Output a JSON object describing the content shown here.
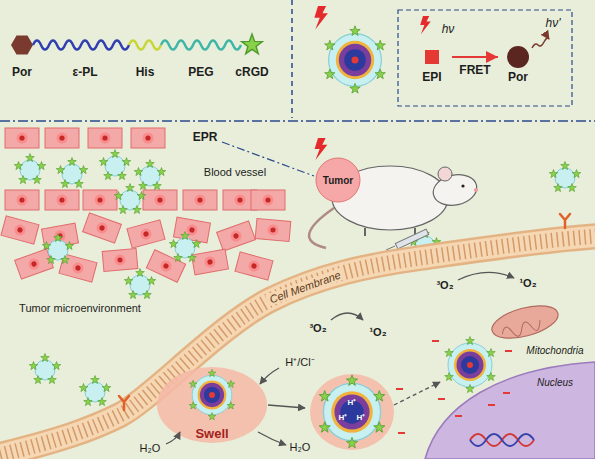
{
  "diagram": {
    "nodes": [
      {
        "text": [
          "EPI"
        ]
      },
      {
        "text": [
          "Por"
        ]
      }
    ],
    "edges": [
      {
        "from": 0,
        "to": 1,
        "arrow": "to",
        "label": "FRET"
      }
    ],
    "labels": [
      "Por",
      "ε-PL",
      "His",
      "PEG",
      "cRGD",
      "hν",
      "hν'",
      "EPR",
      "Blood vessel",
      "Tumor",
      "Tumor microenvironment",
      "Cell Membrane",
      "Mitochondria",
      "Nucleus",
      "³O₂",
      "¹O₂",
      "³O₂",
      "¹O₂",
      "H⁺/Cl⁻",
      "H₂O",
      "H₂O",
      "Swell",
      "H⁺",
      "H⁺",
      "H⁺"
    ]
  }
}
